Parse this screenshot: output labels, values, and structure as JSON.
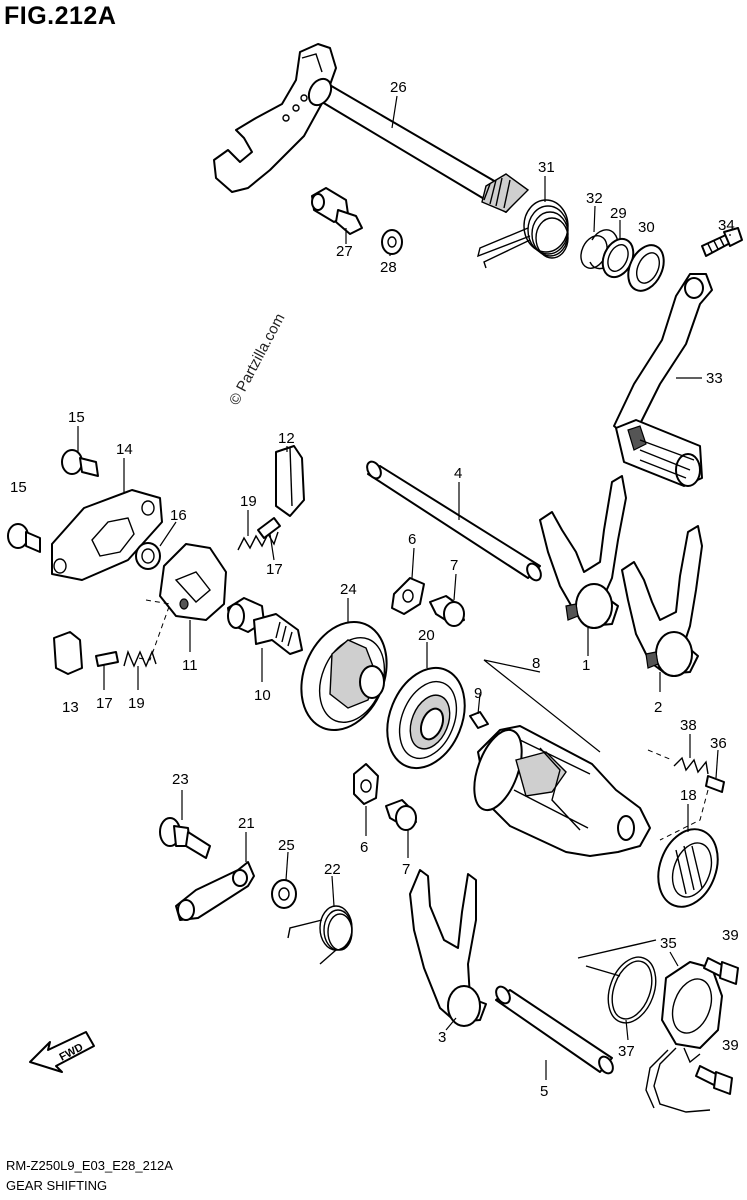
{
  "figure": {
    "title": "FIG.212A",
    "code": "RM-Z250L9_E03_E28_212A",
    "name": "GEAR SHIFTING",
    "watermark": "© Partzilla.com",
    "direction_label": "FWD"
  },
  "callouts": {
    "n1": "1",
    "n2": "2",
    "n3": "3",
    "n4": "4",
    "n5": "5",
    "n6a": "6",
    "n6b": "6",
    "n7a": "7",
    "n7b": "7",
    "n8": "8",
    "n9": "9",
    "n10": "10",
    "n11": "11",
    "n12": "12",
    "n13": "13",
    "n14": "14",
    "n15a": "15",
    "n15b": "15",
    "n16": "16",
    "n17a": "17",
    "n17b": "17",
    "n18": "18",
    "n19a": "19",
    "n19b": "19",
    "n20": "20",
    "n21": "21",
    "n22": "22",
    "n23": "23",
    "n24": "24",
    "n25": "25",
    "n26": "26",
    "n27": "27",
    "n28": "28",
    "n29": "29",
    "n30": "30",
    "n31": "31",
    "n32": "32",
    "n33": "33",
    "n34": "34",
    "n35": "35",
    "n36": "36",
    "n37": "37",
    "n38": "38",
    "n39a": "39",
    "n39b": "39"
  }
}
